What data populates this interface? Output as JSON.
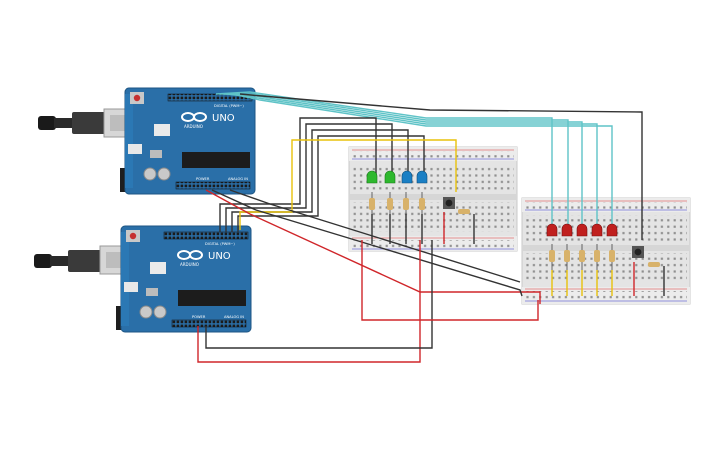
{
  "arduino_top": {
    "logo": "UNO",
    "brand": "ARDUINO",
    "digital_label": "DIGITAL (PWM~)",
    "power_label": "POWER",
    "analog_label": "ANALOG IN"
  },
  "arduino_bottom": {
    "logo": "UNO",
    "brand": "ARDUINO",
    "digital_label": "DIGITAL (PWM~)",
    "power_label": "POWER",
    "analog_label": "ANALOG IN"
  },
  "led_colors": {
    "green": "#2eb82e",
    "blue": "#1a7fc4",
    "red": "#c0201e"
  },
  "wire_colors": {
    "black": "#333333",
    "red": "#d0262a",
    "yellow": "#e8c20c",
    "cyan": "#5fc3c7"
  },
  "board_colors": {
    "pcb": "#2a6fa8",
    "breadboard": "#e4e4e4"
  }
}
